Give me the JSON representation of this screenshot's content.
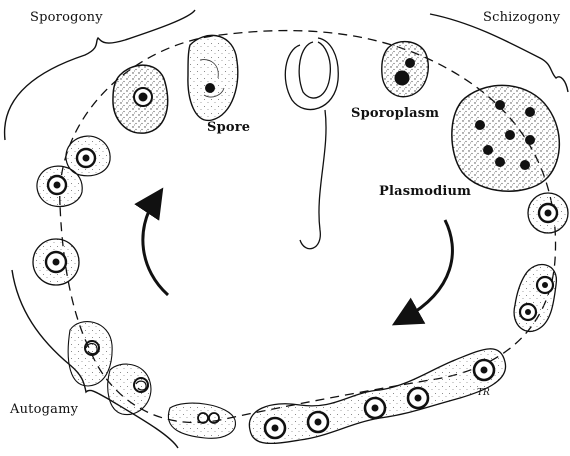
{
  "figure": {
    "stages": {
      "sporogony": "Sporogony",
      "schizogony": "Schizogony",
      "autogamy": "Autogamy"
    },
    "forms": {
      "spore": "Spore",
      "sporoplasm": "Sporoplasm",
      "plasmodium": "Plasmodium"
    },
    "signature": "TR"
  },
  "colors": {
    "ink": "#111111",
    "stipple": "#555555",
    "background": "#ffffff"
  }
}
